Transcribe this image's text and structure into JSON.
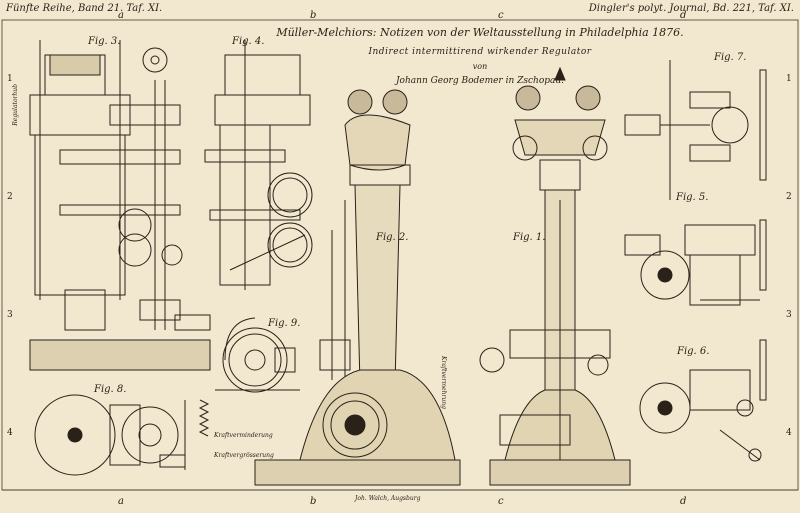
{
  "header": {
    "left": "Fünfte Reihe, Band 21. Taf. XI.",
    "right": "Dingler's polyt. Journal, Bd. 221, Taf. XI."
  },
  "title": {
    "line1": "Müller-Melchiors: Notizen von der Weltausstellung in Philadelphia 1876.",
    "line2": "Indirect intermittirend wirkender Regulator",
    "line3": "von",
    "line4": "Johann Georg Bodemer in Zschopau."
  },
  "column_marks": [
    "a",
    "b",
    "c",
    "d"
  ],
  "row_marks": [
    "1",
    "2",
    "3",
    "4"
  ],
  "figures": [
    "Fig. 3.",
    "Fig. 4.",
    "Fig. 9.",
    "Fig. 8.",
    "Fig. 2.",
    "Fig. 1.",
    "Fig. 7.",
    "Fig. 5.",
    "Fig. 6."
  ],
  "annotations": {
    "regulator_hub": "Regulatorhub",
    "kraftvermehrung": "Kraftvermehrung",
    "kraftverminderung": "Kraftverminderung",
    "kraftvergroesserung": "Kraftvergrösserung"
  },
  "imprint": "Joh. Walch, Augsburg",
  "colors": {
    "paper": "#f2e7cf",
    "ink": "#2a2218"
  }
}
